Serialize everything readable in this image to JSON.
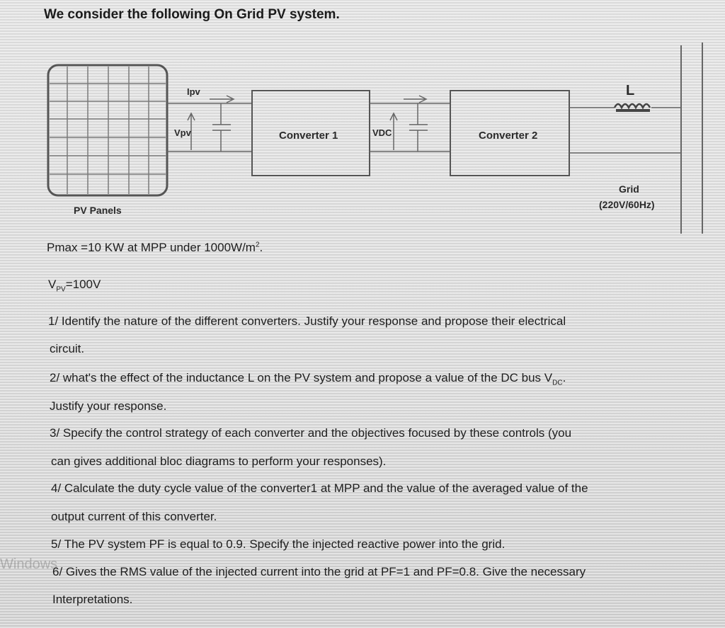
{
  "heading": "We consider the following On Grid PV system.",
  "diagram": {
    "pv_panels_label": "PV Panels",
    "ipv_label": "Ipv",
    "vpv_label": "Vpv",
    "converter1_label": "Converter 1",
    "vdc_label": "VDC",
    "converter2_label": "Converter 2",
    "inductor_label": "L",
    "grid_label_line1": "Grid",
    "grid_label_line2": "(220V/60Hz)"
  },
  "specs": {
    "pmax_text": "Pmax =10 KW at MPP under 1000W/m",
    "pmax_sup": "2",
    "pmax_end": ".",
    "vpv_prefix": "V",
    "vpv_sub": "PV",
    "vpv_value": "=100V"
  },
  "questions": {
    "q1_line1": "1/ Identify the nature of the different converters. Justify your response and propose their electrical",
    "q1_line2": "circuit.",
    "q2_line1": "2/ what's the effect of the inductance L on the PV system and propose a value of the DC bus V",
    "q2_sub": "DC",
    "q2_end": ".",
    "q2_line2": "Justify your response.",
    "q3_line1": "3/ Specify the control strategy of each converter and the objectives focused by these controls (you",
    "q3_line2": "can gives additional bloc diagrams to perform your responses).",
    "q4_line1": "4/ Calculate the duty cycle value of the converter1 at MPP and the value of the averaged value of the",
    "q4_line2": "output current of this converter.",
    "q5_line1": "5/ The PV system PF is equal to 0.9. Specify  the injected reactive power into the grid.",
    "q6_line1": "6/ Gives the RMS value of the injected current into the grid at PF=1 and PF=0.8. Give the necessary",
    "q6_line2": "Interpretations."
  },
  "watermark": "Windows"
}
